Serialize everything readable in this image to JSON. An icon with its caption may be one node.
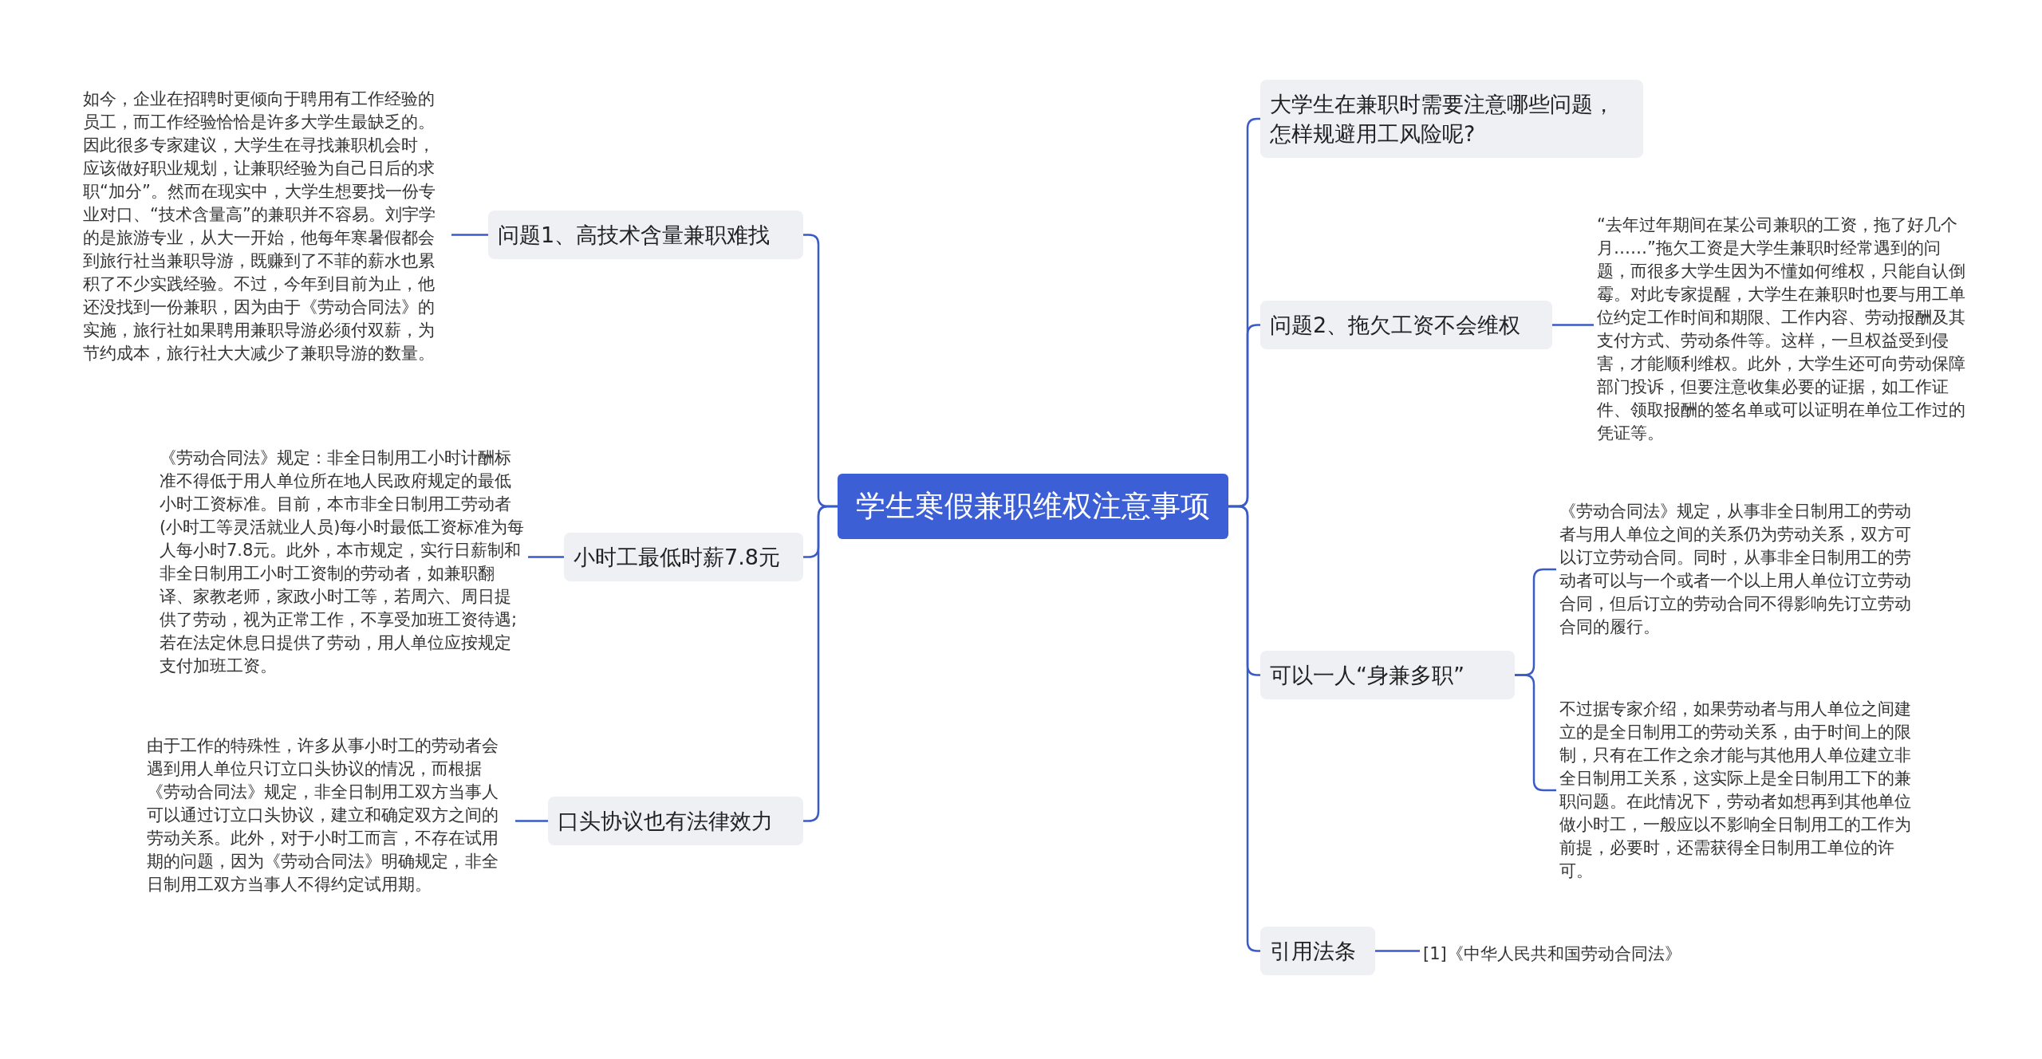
{
  "diagram": {
    "nodes": [
      {
        "text": [
          "学生寒假兼职维权注意事项"
        ]
      },
      {
        "text": [
          "问题1、高技术含量兼职难找"
        ]
      },
      {
        "text": [
          "如今，企业在招聘时更倾向于聘用有工作经验的员工，而工作经验恰恰是许多大学生最缺乏的。因此很多专家建议，大学生在寻找兼职机会时，应该做好职业规划，让兼职经验为自己日后的求职“加分”。然而在现实中，大学生想要找一份专业对口、“技术含量高”的兼职并不容易。刘宇学的是旅游专业，从大一开始，他每年寒暑假都会到旅行社当兼职导游，既赚到了不菲的薪水也累积了不少实践经验。不过，今年到目前为止，他还没找到一份兼职，因为由于《劳动合同法》的实施，旅行社如果聘用兼职导游必须付双薪，为节约成本，旅行社大大减少了兼职导游的数量。"
        ]
      },
      {
        "text": [
          "小时工最低时薪7.8元"
        ]
      },
      {
        "text": [
          "《劳动合同法》规定：非全日制用工小时计酬标准不得低于用人单位所在地人民政府规定的最低小时工资标准。目前，本市非全日制用工劳动者(小时工等灵活就业人员)每小时最低工资标准为每人每小时7.8元。此外，本市规定，实行日薪制和非全日制用工小时工资制的劳动者，如兼职翻译、家教老师，家政小时工等，若周六、周日提供了劳动，视为正常工作，不享受加班工资待遇;若在法定休息日提供了劳动，用人单位应按规定支付加班工资。"
        ]
      },
      {
        "text": [
          "口头协议也有法律效力"
        ]
      },
      {
        "text": [
          "由于工作的特殊性，许多从事小时工的劳动者会遇到用人单位只订立口头协议的情况，而根据《劳动合同法》规定，非全日制用工双方当事人可以通过订立口头协议，建立和确定双方之间的劳动关系。此外，对于小时工而言，不存在试用期的问题，因为《劳动合同法》明确规定，非全日制用工双方当事人不得约定试用期。"
        ]
      },
      {
        "text": [
          "大学生在兼职时需要注意哪些问题，怎样规避用工风险呢?"
        ]
      },
      {
        "text": [
          "问题2、拖欠工资不会维权"
        ]
      },
      {
        "text": [
          "“去年过年期间在某公司兼职的工资，拖了好几个月……”拖欠工资是大学生兼职时经常遇到的问题，而很多大学生因为不懂如何维权，只能自认倒霉。对此专家提醒，大学生在兼职时也要与用工单位约定工作时间和期限、工作内容、劳动报酬及其支付方式、劳动条件等。这样，一旦权益受到侵害，才能顺利维权。此外，大学生还可向劳动保障部门投诉，但要注意收集必要的证据，如工作证件、领取报酬的签名单或可以证明在单位工作过的凭证等。"
        ]
      },
      {
        "text": [
          "可以一人“身兼多职”"
        ]
      },
      {
        "text": [
          "《劳动合同法》规定，从事非全日制用工的劳动者与用人单位之间的关系仍为劳动关系，双方可以订立劳动合同。同时，从事非全日制用工的劳动者可以与一个或者一个以上用人单位订立劳动合同，但后订立的劳动合同不得影响先订立劳动合同的履行。"
        ]
      },
      {
        "text": [
          "不过据专家介绍，如果劳动者与用人单位之间建立的是全日制用工的劳动关系，由于时间上的限制，只有在工作之余才能与其他用人单位建立非全日制用工关系，这实际上是全日制用工下的兼职问题。在此情况下，劳动者如想再到其他单位做小时工，一般应以不影响全日制用工的工作为前提，必要时，还需获得全日制用工单位的许可。"
        ]
      },
      {
        "text": [
          "引用法条"
        ]
      },
      {
        "text": [
          "[1]《中华人民共和国劳动合同法》"
        ]
      }
    ],
    "edges": [
      {
        "from": 0,
        "to": 1,
        "arrow": "none"
      },
      {
        "from": 1,
        "to": 2,
        "arrow": "none"
      },
      {
        "from": 0,
        "to": 3,
        "arrow": "none"
      },
      {
        "from": 3,
        "to": 4,
        "arrow": "none"
      },
      {
        "from": 0,
        "to": 5,
        "arrow": "none"
      },
      {
        "from": 5,
        "to": 6,
        "arrow": "none"
      },
      {
        "from": 0,
        "to": 7,
        "arrow": "none"
      },
      {
        "from": 0,
        "to": 8,
        "arrow": "none"
      },
      {
        "from": 8,
        "to": 9,
        "arrow": "none"
      },
      {
        "from": 0,
        "to": 10,
        "arrow": "none"
      },
      {
        "from": 10,
        "to": 11,
        "arrow": "none"
      },
      {
        "from": 10,
        "to": 12,
        "arrow": "none"
      },
      {
        "from": 0,
        "to": 13,
        "arrow": "none"
      },
      {
        "from": 13,
        "to": 14,
        "arrow": "none"
      }
    ]
  }
}
